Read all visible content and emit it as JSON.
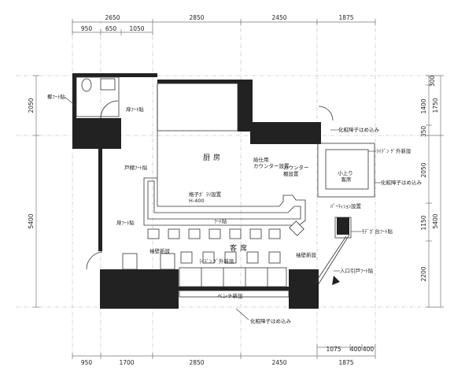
{
  "dimensions": {
    "top_row1": [
      "2650",
      "2850",
      "2450",
      "1875"
    ],
    "top_row2": [
      "950",
      "650",
      "1050"
    ],
    "bottom_row1": [
      "950",
      "1700",
      "2850",
      "2450",
      "1875"
    ],
    "bottom_row2": [
      "1075",
      "400",
      "400"
    ],
    "left_row": [
      "2050",
      "5400"
    ],
    "right_row1": [
      "300",
      "1400",
      "350",
      "2050",
      "1150",
      "2200"
    ],
    "right_row2": [
      "1750",
      "5400"
    ]
  },
  "labels": {
    "kitchen": "厨房",
    "seating": "客席",
    "raised_seating": "小上り\n客席",
    "toilet_note": "椰ﾌｰﾄ貼",
    "door_note1": "扉ﾌｰﾄ貼",
    "shelf_note": "戸棚ﾌｰﾄ貼",
    "door_note2": "扉ﾌｰﾄ貼",
    "counter_note1": "給仕用\nカウンター設置",
    "counter_note2": "カウンター\n棚設置",
    "grease_trap": "格子ｶﾞ ﾗﾘ設置\nH-400",
    "foot_tile": "ﾌｰﾄ貼",
    "shoe_box_note": "化粧障子はめ込み",
    "lighting_note1": "ﾗｲﾃﾞﾝ ｸﾞ外新設",
    "shoji_right": "化粧障子はめ込み",
    "partition": "ﾊﾟｰﾃｨｼｮﾝ設置",
    "modega": "ﾓﾃﾞｶﾞ台ﾌｰﾄ貼",
    "wall_new1": "袖壁新設",
    "lighting_note2": "ﾗｲﾃﾞﾝ ｸﾞ外新設",
    "wall_new2": "袖壁新設",
    "bench": "ベンチ新設",
    "entrance": "入口引戸ﾌｰﾄ貼",
    "shoji_bottom": "化粧障子はめ込み"
  }
}
